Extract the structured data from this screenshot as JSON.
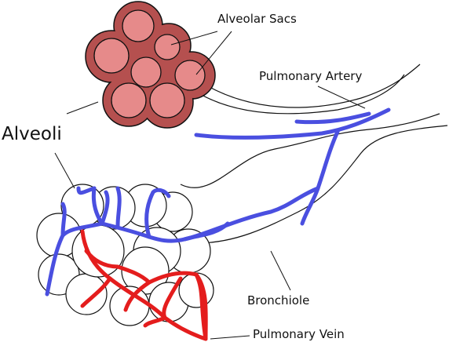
{
  "labels": {
    "alveolar_sacs": "Alveolar Sacs",
    "pulmonary_artery": "Pulmonary Artery",
    "alveoli": "Alveoli",
    "bronchiole": "Bronchiole",
    "pulmonary_vein": "Pulmonary Vein"
  },
  "colors": {
    "sac_outer": "#b5504f",
    "sac_inner": "#e68a8a",
    "artery_blue": "#4a4fe0",
    "vein_red": "#e41d1d",
    "alveolus_fill": "#ffffff",
    "outline": "#111111"
  }
}
